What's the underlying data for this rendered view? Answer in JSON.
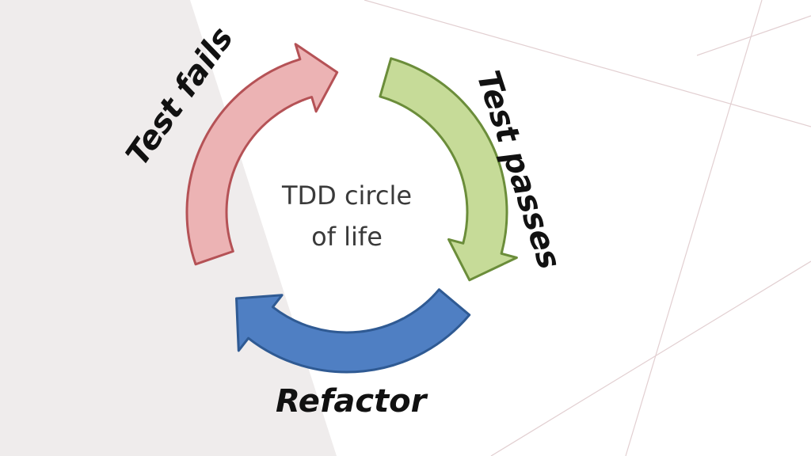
{
  "center": {
    "line1": "TDD circle",
    "line2": "of life"
  },
  "labels": {
    "test_fails": "Test fails",
    "test_passes": "Test passes",
    "refactor": "Refactor"
  },
  "colors": {
    "background_panel": "#efecec",
    "background": "#ffffff",
    "grid_lines": "#e2cfd1",
    "test_fails_fill": "#ecb3b4",
    "test_fails_stroke": "#b55256",
    "test_passes_fill": "#c6db98",
    "test_passes_stroke": "#6b8d3a",
    "refactor_fill": "#4f7fc3",
    "refactor_stroke": "#2f5a93"
  }
}
